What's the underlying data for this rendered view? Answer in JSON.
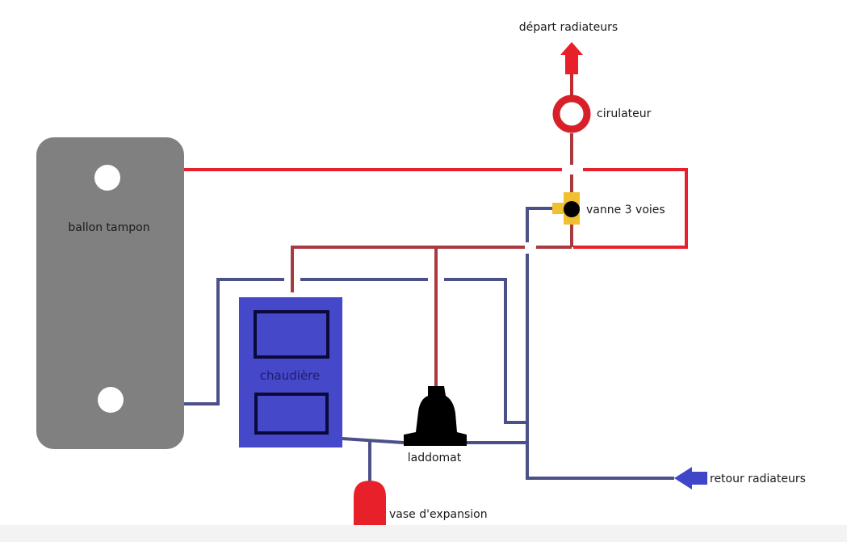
{
  "labels": {
    "depart": "départ radiateurs",
    "circulateur": "cirulateur",
    "vanne": "vanne 3 voies",
    "ballon": "ballon tampon",
    "chaudiere": "chaudière",
    "laddomat": "laddomat",
    "vase": "vase d'expansion",
    "retour": "retour radiateurs"
  },
  "colors": {
    "hot_pipe": "#e8202a",
    "hot_pipe_dark": "#a83a40",
    "cold_pipe": "#4b5088",
    "boiler": "#4548c8",
    "boiler_outline": "#0a0a3a",
    "tank": "#808080",
    "valve": "#f0c030",
    "arrow_return": "#3f47c8"
  }
}
